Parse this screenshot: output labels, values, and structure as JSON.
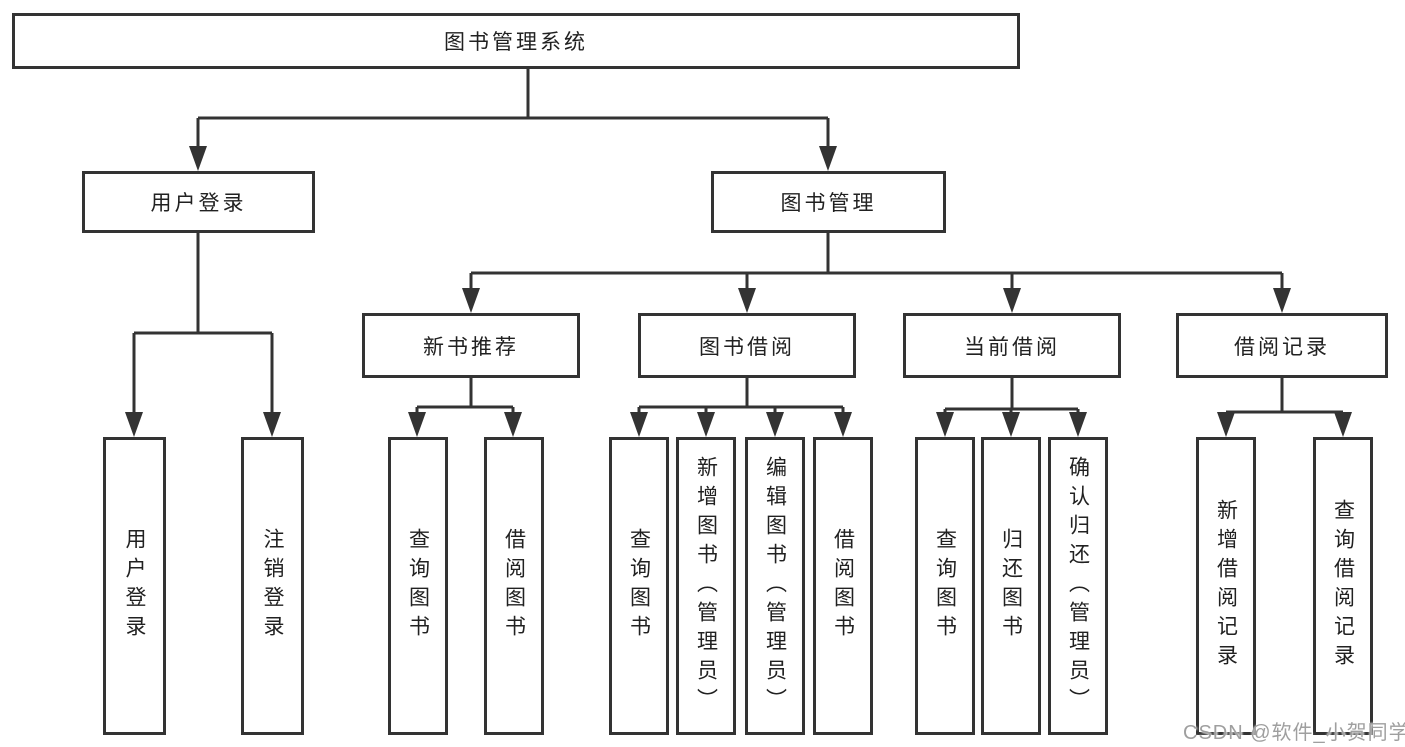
{
  "tree": {
    "root": {
      "label": "图书管理系统",
      "children": [
        {
          "label": "用户登录",
          "children": [
            {
              "label": "用户登录"
            },
            {
              "label": "注销登录"
            }
          ]
        },
        {
          "label": "图书管理",
          "children": [
            {
              "label": "新书推荐",
              "children": [
                {
                  "label": "查询图书"
                },
                {
                  "label": "借阅图书"
                }
              ]
            },
            {
              "label": "图书借阅",
              "children": [
                {
                  "label": "查询图书"
                },
                {
                  "label": "新增图书（管理员）"
                },
                {
                  "label": "编辑图书（管理员）"
                },
                {
                  "label": "借阅图书"
                }
              ]
            },
            {
              "label": "当前借阅",
              "children": [
                {
                  "label": "查询图书"
                },
                {
                  "label": "归还图书"
                },
                {
                  "label": "确认归还（管理员）"
                }
              ]
            },
            {
              "label": "借阅记录",
              "children": [
                {
                  "label": "新增借阅记录"
                },
                {
                  "label": "查询借阅记录"
                }
              ]
            }
          ]
        }
      ]
    }
  },
  "watermark": {
    "text": "CSDN @软件_小贺同学"
  },
  "colors": {
    "line": "#333333",
    "text": "#212121",
    "node_bg": "#ffffff",
    "canvas_bg": "#ffffff",
    "watermark": "#9f9f9f"
  }
}
